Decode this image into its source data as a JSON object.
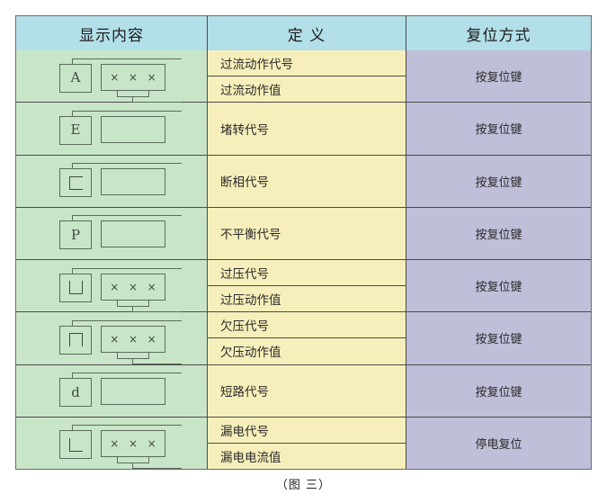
{
  "caption": "（图 三）",
  "colors": {
    "header_bg": "#b2dfe8",
    "display_bg": "#c9e5c8",
    "definition_bg": "#f6efbb",
    "reset_bg": "#bfbfda",
    "border": "#4a4a4a"
  },
  "header": {
    "col1": "显示内容",
    "col2": "定 义",
    "col3": "复位方式"
  },
  "value_marks": [
    "×",
    "×",
    "×"
  ],
  "rows": [
    {
      "symbol": "A",
      "symbol_kind": "text",
      "has_value_box": true,
      "has_bottom_lead": true,
      "definitions": [
        "过流动作代号",
        "过流动作值"
      ],
      "reset": "按复位键"
    },
    {
      "symbol": "E",
      "symbol_kind": "text",
      "has_value_box": false,
      "has_bottom_lead": false,
      "definitions": [
        "堵转代号"
      ],
      "reset": "按复位键"
    },
    {
      "symbol": "C",
      "symbol_kind": "open-right",
      "has_value_box": false,
      "has_bottom_lead": false,
      "definitions": [
        "断相代号"
      ],
      "reset": "按复位键"
    },
    {
      "symbol": "P",
      "symbol_kind": "text",
      "has_value_box": false,
      "has_bottom_lead": false,
      "definitions": [
        "不平衡代号"
      ],
      "reset": "按复位键"
    },
    {
      "symbol": "⊔",
      "symbol_kind": "open-top",
      "has_value_box": true,
      "has_bottom_lead": true,
      "definitions": [
        "过压代号",
        "过压动作值"
      ],
      "reset": "按复位键"
    },
    {
      "symbol": "⊓",
      "symbol_kind": "open-bottom",
      "has_value_box": true,
      "has_bottom_lead": true,
      "definitions": [
        "欠压代号",
        "欠压动作值"
      ],
      "reset": "按复位键"
    },
    {
      "symbol": "d",
      "symbol_kind": "text",
      "has_value_box": false,
      "has_bottom_lead": false,
      "definitions": [
        "短路代号"
      ],
      "reset": "按复位键"
    },
    {
      "symbol": "L",
      "symbol_kind": "corner-l",
      "has_value_box": true,
      "has_bottom_lead": true,
      "definitions": [
        "漏电代号",
        "漏电电流值"
      ],
      "reset": "停电复位"
    }
  ]
}
